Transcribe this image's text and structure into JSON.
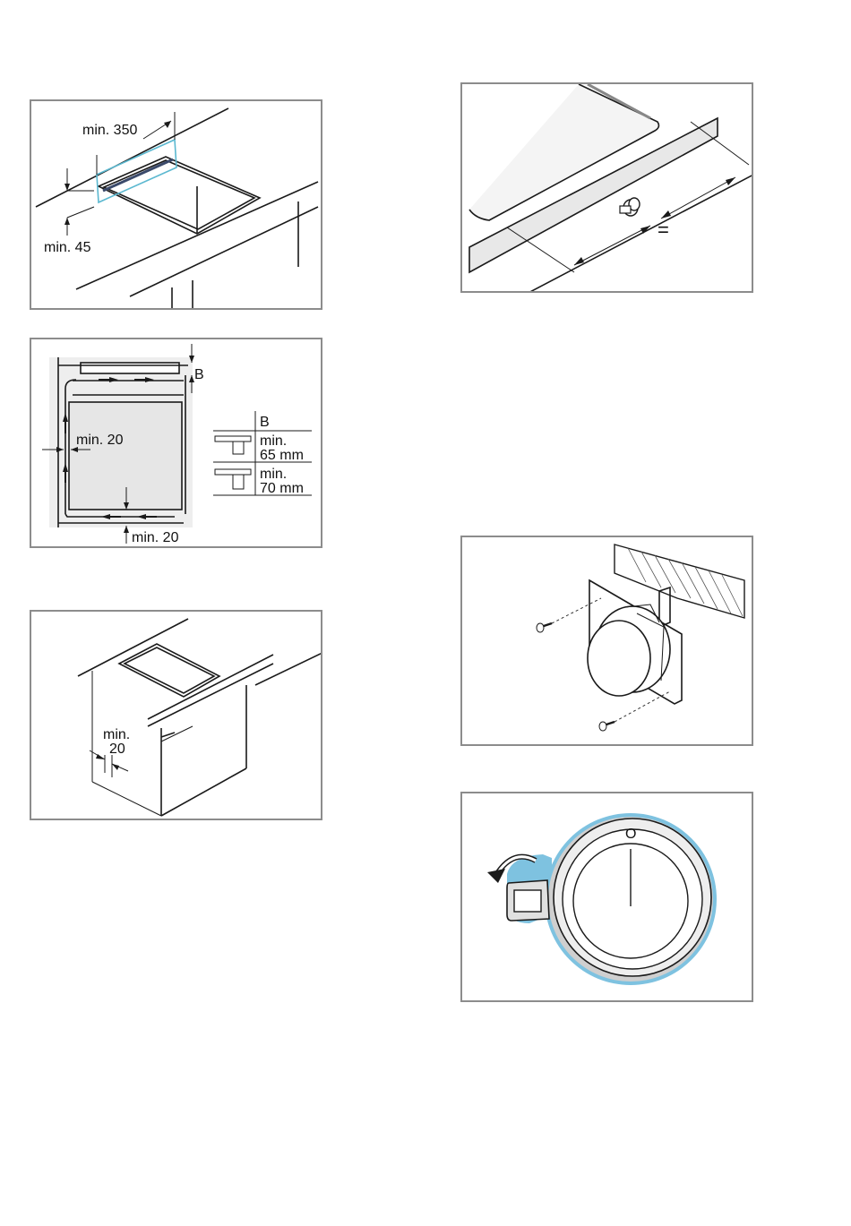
{
  "figures": {
    "fig1": {
      "width_label": "min. 350",
      "depth_label": "min. 45"
    },
    "fig2": {
      "gap_label": "B",
      "side_label": "min. 20",
      "bottom_label": "min. 20",
      "table": {
        "header": "B",
        "rows": [
          {
            "line1": "min.",
            "line2": "65 mm"
          },
          {
            "line1": "min.",
            "line2": "70 mm"
          }
        ]
      }
    },
    "fig3": {
      "label_line1": "min.",
      "label_line2": "20"
    },
    "fig4": {
      "equal_sign": "="
    },
    "fig6": {
      "knob_mark": "O"
    }
  },
  "colors": {
    "accent_cyan": "#5bb8d0",
    "accent_blue": "#7ec2e0",
    "frame": "#8c8c8c",
    "fill_gray": "#e6e6e6"
  }
}
